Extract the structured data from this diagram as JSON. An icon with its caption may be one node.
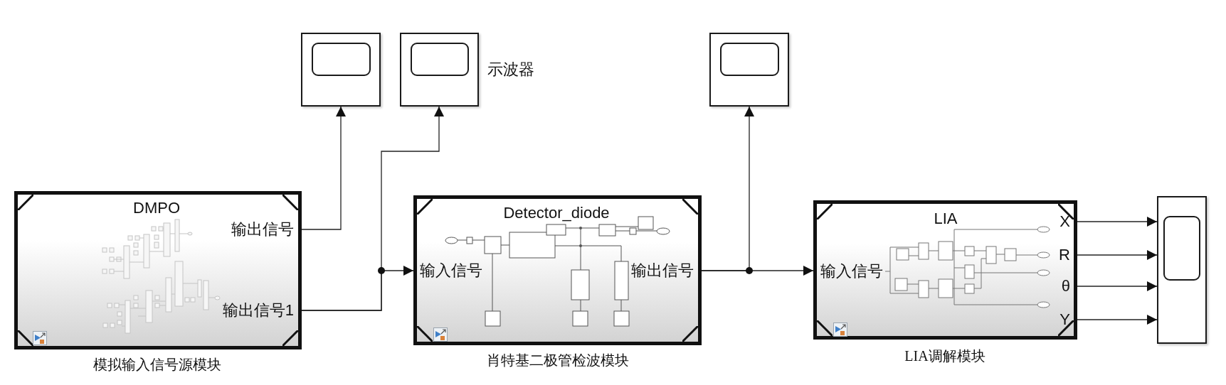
{
  "diagram": {
    "nodes": [
      {
        "text": [],
        "shape": "box"
      },
      {
        "text": [],
        "shape": "box",
        "beside": [
          "示波器"
        ]
      },
      {
        "text": [],
        "shape": "box"
      },
      {
        "text": [
          "DMPO",
          "输出信号",
          "输出信号1"
        ],
        "beside": [
          "模拟输入信号源模块"
        ]
      },
      {
        "text": [
          "Detector_diode",
          "输入信号",
          "输出信号"
        ],
        "beside": [
          "肖特基二极管检波模块"
        ]
      },
      {
        "text": [
          "LIA",
          "输入信号",
          "X",
          "R",
          "θ",
          "Y"
        ],
        "beside": [
          "LIA调解模块"
        ]
      },
      {
        "text": [],
        "shape": "box"
      }
    ],
    "edges": [
      {
        "from": 3,
        "to": 0,
        "arrow": "to"
      },
      {
        "from": 3,
        "to": 1,
        "arrow": "to"
      },
      {
        "from": 3,
        "to": 4,
        "arrow": "to"
      },
      {
        "from": 4,
        "to": 5,
        "arrow": "to"
      },
      {
        "from": 4,
        "to": 2,
        "arrow": "to"
      },
      {
        "from": 5,
        "to": 6,
        "arrow": "to"
      },
      {
        "from": 5,
        "to": 6,
        "arrow": "to"
      },
      {
        "from": 5,
        "to": 6,
        "arrow": "to"
      },
      {
        "from": 5,
        "to": 6,
        "arrow": "to"
      }
    ]
  }
}
